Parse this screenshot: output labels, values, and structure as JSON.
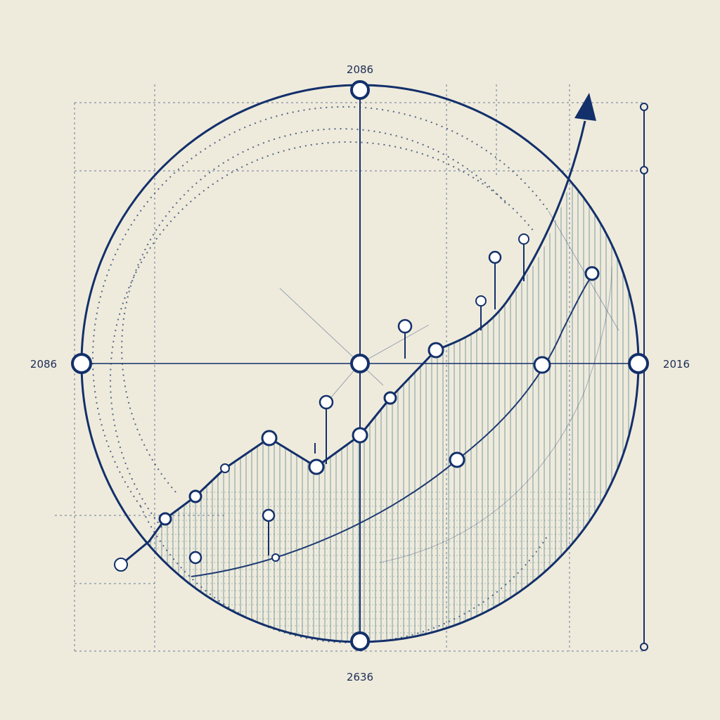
{
  "labels": {
    "top": "2086",
    "bottom": "2636",
    "left": "2086",
    "right": "2016"
  },
  "colors": {
    "background": "#efebdc",
    "ink": "#13306b",
    "hatch": "#1f5a6e",
    "grid": "#2d4a7d",
    "dots": "#1e3a6a"
  }
}
